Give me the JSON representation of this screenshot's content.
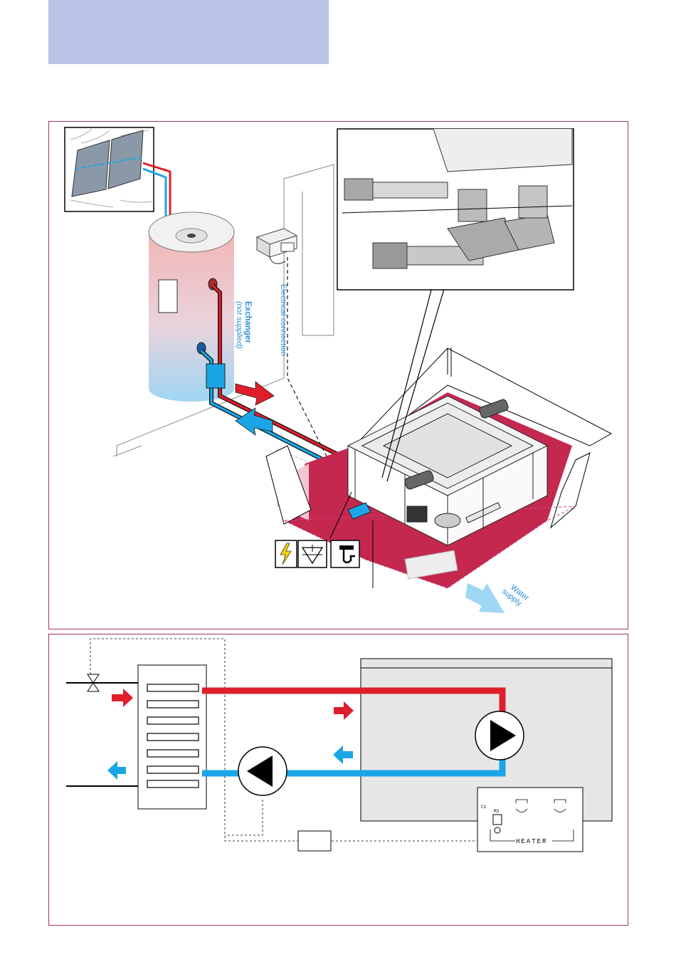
{
  "labels": {
    "exchanger_title": "Exchanger",
    "exchanger_note": "(not supplied)",
    "electrical": "Electrical connection",
    "water_word1": "Water",
    "water_word2": "supply",
    "heater": "HEATER",
    "c1": "C1",
    "m3": "M3"
  },
  "colors": {
    "header_band": "#b8c3e6",
    "frame": "#a8325a",
    "hot": "#e01e2b",
    "cold": "#1aa6e6",
    "floor": "#c4284e",
    "spa_box": "#e6e6e6"
  },
  "icons": [
    "solar-panel-icon",
    "electric-bolt-icon",
    "valve-triangle-icon",
    "drain-trap-icon",
    "pump-arrow-icon"
  ]
}
